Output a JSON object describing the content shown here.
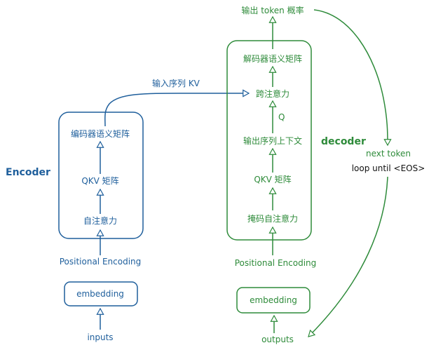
{
  "encoder": {
    "title": "Encoder",
    "inputs_label": "inputs",
    "embedding_label": "embedding",
    "positional_label": "Positional Encoding",
    "self_attention_label": "自注意力",
    "qkv_label": "QKV 矩阵",
    "output_matrix_label": "编码器语义矩阵",
    "kv_edge_label": "输入序列 KV"
  },
  "decoder": {
    "title": "decoder",
    "outputs_label": "outputs",
    "embedding_label": "embedding",
    "positional_label": "Positional Encoding",
    "masked_attention_label": "掩码自注意力",
    "qkv_label": "QKV 矩阵",
    "context_label": "输出序列上下文",
    "q_label": "Q",
    "cross_attention_label": "跨注意力",
    "semantic_matrix_label": "解码器语义矩阵",
    "token_prob_label": "输出 token 概率",
    "next_token_label": "next token",
    "loop_label": "loop until <EOS>"
  },
  "colors": {
    "encoder": "#1f5f9c",
    "decoder": "#2e8b3a",
    "text_dark": "#111111"
  }
}
